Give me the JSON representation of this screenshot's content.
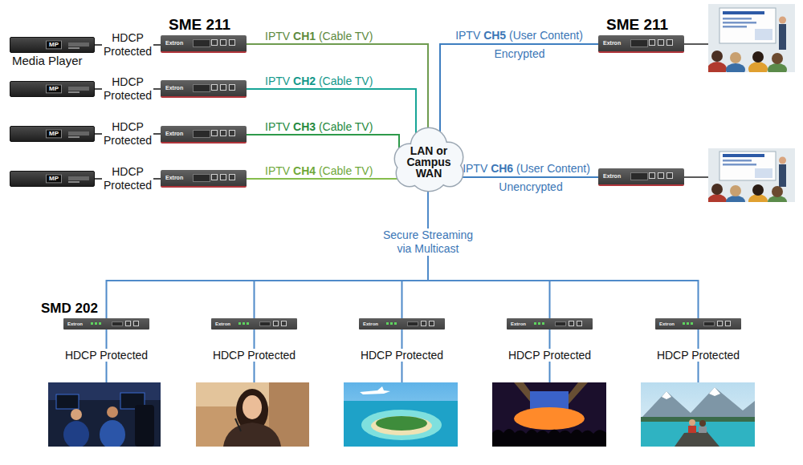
{
  "diagram": {
    "nodes": [
      {
        "text": [
          "MP",
          "Media Player"
        ]
      },
      {
        "text": [
          "SME 211",
          "Extron"
        ]
      },
      {
        "text": [
          "MP"
        ]
      },
      {
        "text": [
          "Extron"
        ]
      },
      {
        "text": [
          "MP"
        ]
      },
      {
        "text": [
          "Extron"
        ]
      },
      {
        "text": [
          "MP"
        ]
      },
      {
        "text": [
          "Extron"
        ]
      },
      {
        "text": [
          "SME 211",
          "Extron"
        ]
      },
      {
        "text": [
          "Extron"
        ]
      },
      {
        "text": [
          "LAN or Campus WAN"
        ]
      },
      {
        "text": [
          "SMD 202",
          "Extron"
        ]
      },
      {
        "text": [
          "Extron"
        ]
      },
      {
        "text": [
          "Extron"
        ]
      },
      {
        "text": [
          "Extron"
        ]
      },
      {
        "text": [
          "Extron"
        ]
      }
    ],
    "edges": [
      {
        "from": 0,
        "to": 1,
        "arrow": "none",
        "label": "HDCP Protected"
      },
      {
        "from": 2,
        "to": 3,
        "arrow": "none",
        "label": "HDCP Protected"
      },
      {
        "from": 4,
        "to": 5,
        "arrow": "none",
        "label": "HDCP Protected"
      },
      {
        "from": 6,
        "to": 7,
        "arrow": "none",
        "label": "HDCP Protected"
      },
      {
        "from": 1,
        "to": 10,
        "arrow": "none",
        "label": "IPTV CH1 (Cable TV)"
      },
      {
        "from": 3,
        "to": 10,
        "arrow": "none",
        "label": "IPTV CH2 (Cable TV)"
      },
      {
        "from": 5,
        "to": 10,
        "arrow": "none",
        "label": "IPTV CH3 (Cable TV)"
      },
      {
        "from": 7,
        "to": 10,
        "arrow": "none",
        "label": "IPTV CH4 (Cable TV)"
      },
      {
        "from": 8,
        "to": 10,
        "arrow": "none",
        "label": "IPTV CH5 (User Content)"
      },
      {
        "from": 9,
        "to": 10,
        "arrow": "none",
        "label": "IPTV CH6 (User Content)"
      },
      {
        "from": 10,
        "to": 11,
        "arrow": "none"
      },
      {
        "from": 10,
        "to": 12,
        "arrow": "none"
      },
      {
        "from": 10,
        "to": 13,
        "arrow": "none"
      },
      {
        "from": 10,
        "to": 14,
        "arrow": "none"
      },
      {
        "from": 10,
        "to": 15,
        "arrow": "none"
      }
    ],
    "labels": [
      "Encrypted",
      "Unencrypted",
      "Secure Streaming via Multicast",
      "HDCP Protected",
      "HDCP Protected",
      "HDCP Protected",
      "HDCP Protected",
      "HDCP Protected"
    ]
  }
}
